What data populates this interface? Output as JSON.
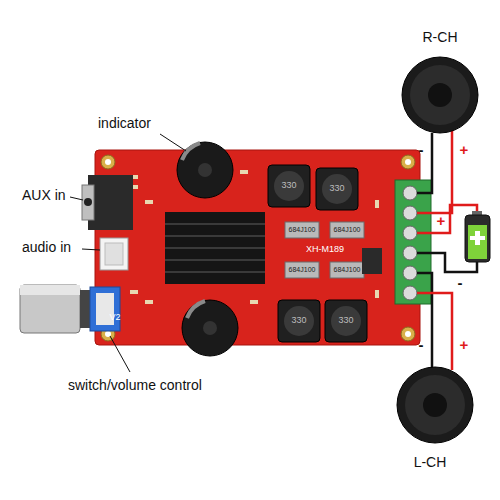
{
  "diagram": {
    "labels": [
      "R-CH",
      "-",
      "+",
      "+",
      "-",
      "-",
      "+",
      "L-CH",
      "indicator",
      "AUX in",
      "audio in",
      "switch/volume control",
      "XH-M189",
      "330",
      "330",
      "330",
      "330",
      "684J100",
      "684J100",
      "684J100",
      "684J100",
      "V2"
    ]
  }
}
